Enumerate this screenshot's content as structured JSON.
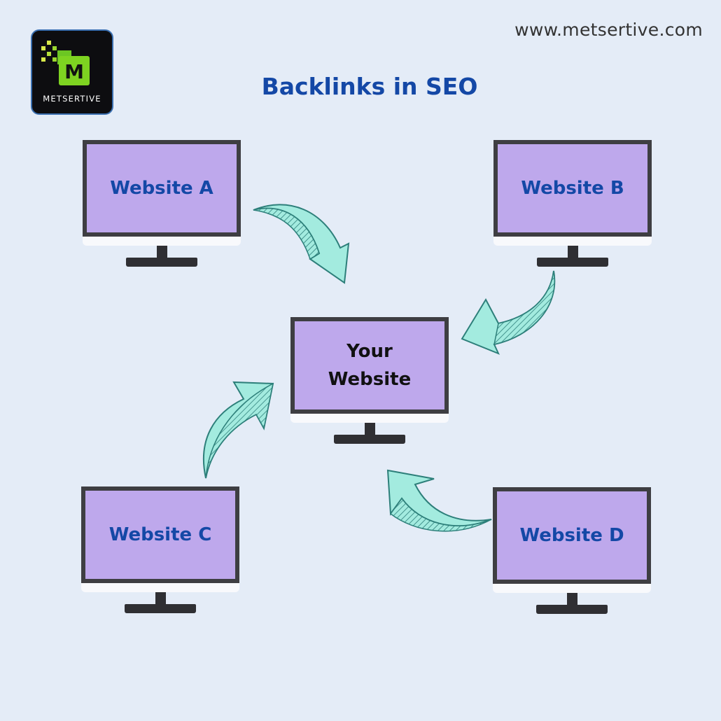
{
  "header": {
    "url": "www.metsertive.com",
    "title": "Backlinks in SEO"
  },
  "logo": {
    "letter": "M",
    "text": "METSERTIVE",
    "colors": {
      "background": "#0d0d10",
      "accent": "#7ed321"
    }
  },
  "diagram": {
    "center": {
      "label_line1": "Your",
      "label_line2": "Website"
    },
    "sources": [
      {
        "label": "Website A"
      },
      {
        "label": "Website B"
      },
      {
        "label": "Website C"
      },
      {
        "label": "Website D"
      }
    ],
    "edges": [
      {
        "from": "Website A",
        "to": "Your Website"
      },
      {
        "from": "Website B",
        "to": "Your Website"
      },
      {
        "from": "Website C",
        "to": "Your Website"
      },
      {
        "from": "Website D",
        "to": "Your Website"
      }
    ]
  },
  "colors": {
    "background": "#e4ecf7",
    "screen": "#bea8ec",
    "bezel": "#3e3e42",
    "title": "#1448a6",
    "arrow_fill": "#a3ebdf",
    "arrow_stroke": "#2d7f7a"
  }
}
